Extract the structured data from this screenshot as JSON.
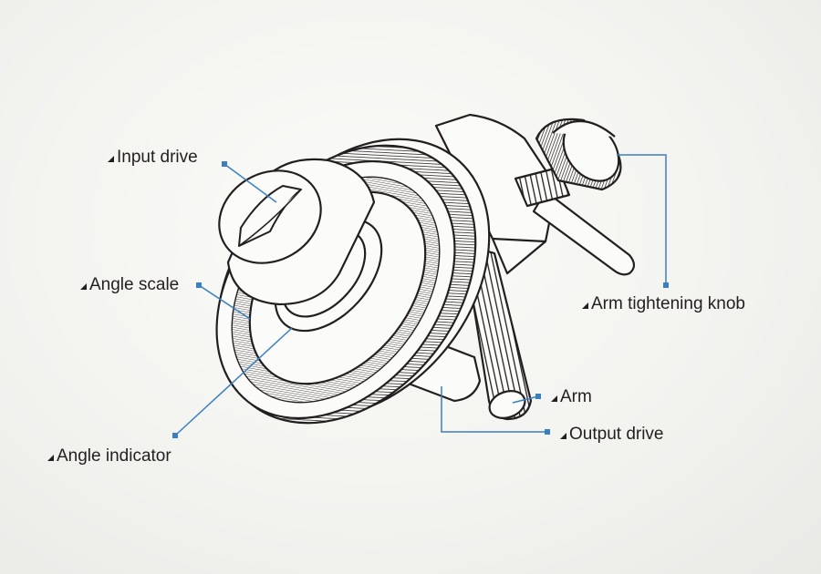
{
  "diagram": {
    "labels": {
      "input_drive": "Input drive",
      "angle_scale": "Angle scale",
      "angle_indicator": "Angle indicator",
      "arm_tightening_knob": "Arm tightening knob",
      "arm": "Arm",
      "output_drive": "Output drive"
    },
    "colors": {
      "line_art": "#231f20",
      "leader_line": "#3a7fc1",
      "background": "#f3f3f0"
    },
    "icons": [
      "label-pointer-triangle-icon"
    ]
  }
}
